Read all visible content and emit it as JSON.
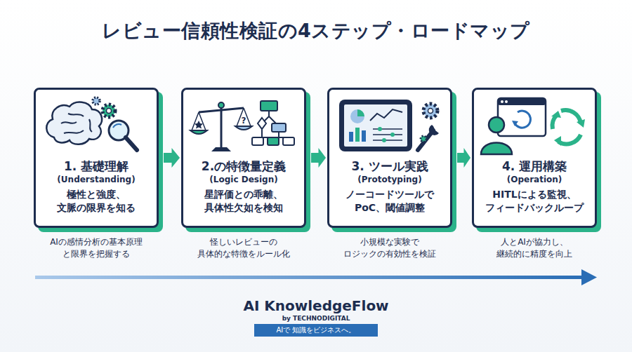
{
  "diagram": {
    "title": "レビュー信頼性検証の4ステップ・ロードマップ",
    "nodes": [
      {
        "text": [
          "1. 基礎理解",
          "(Understanding)",
          "極性と強度、 文脈の限界を知る"
        ]
      },
      {
        "text": [
          "2.の特徴量定義",
          "(Logic Design)",
          "星評価との乖離、 具体性欠如を検知"
        ]
      },
      {
        "text": [
          "3. ツール実践",
          "(Prototyping)",
          "ノーコードツールで PoC、閾値調整"
        ]
      },
      {
        "text": [
          "4. 運用構築",
          "(Operation)",
          "HITLによる監視、 フィードバックループ"
        ]
      }
    ],
    "edges": [
      {
        "from": 0,
        "to": 1,
        "arrow": "to"
      },
      {
        "from": 1,
        "to": 2,
        "arrow": "to"
      },
      {
        "from": 2,
        "to": 3,
        "arrow": "to"
      }
    ],
    "labels": [
      "AIの感情分析の基本原理 と限界を把握する",
      "怪しいレビューの 具体的な特徴をルール化",
      "小規模な実験で ロジックの有効性を検証",
      "人とAIが協力し、 継続的に精度を向上",
      "AI KnowledgeFlow",
      "by TECHNODIGITAL",
      "AIで 知識をビジネスへ。"
    ]
  }
}
